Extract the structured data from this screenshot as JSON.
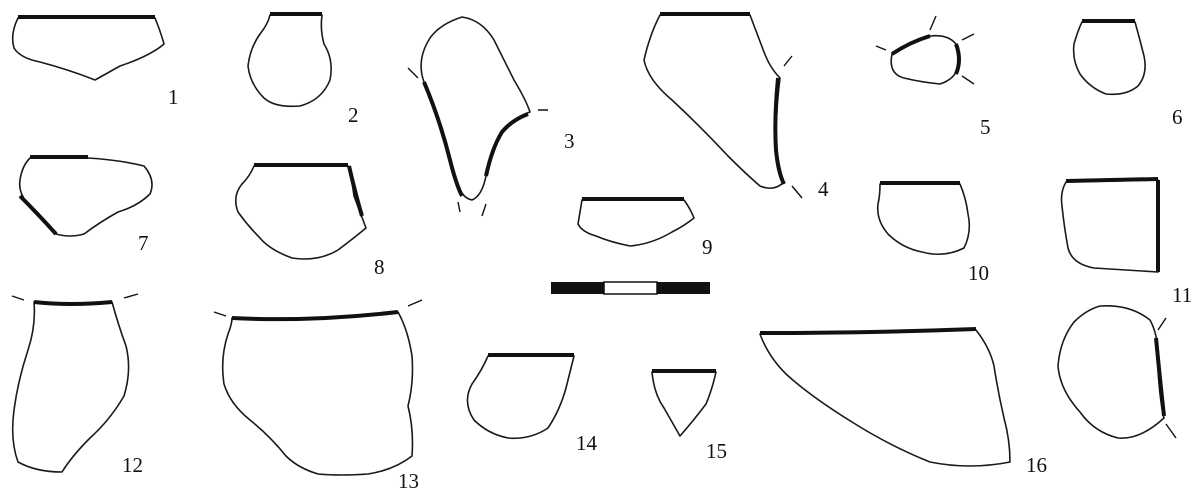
{
  "figure": {
    "sherd_labels": [
      "1",
      "2",
      "3",
      "4",
      "5",
      "6",
      "7",
      "8",
      "9",
      "10",
      "11",
      "12",
      "13",
      "14",
      "15",
      "16"
    ]
  },
  "scale_bar": {
    "segments": 3,
    "pattern": [
      "black",
      "white",
      "black"
    ]
  },
  "colors": {
    "ink": "#111111",
    "paper": "#ffffff"
  }
}
